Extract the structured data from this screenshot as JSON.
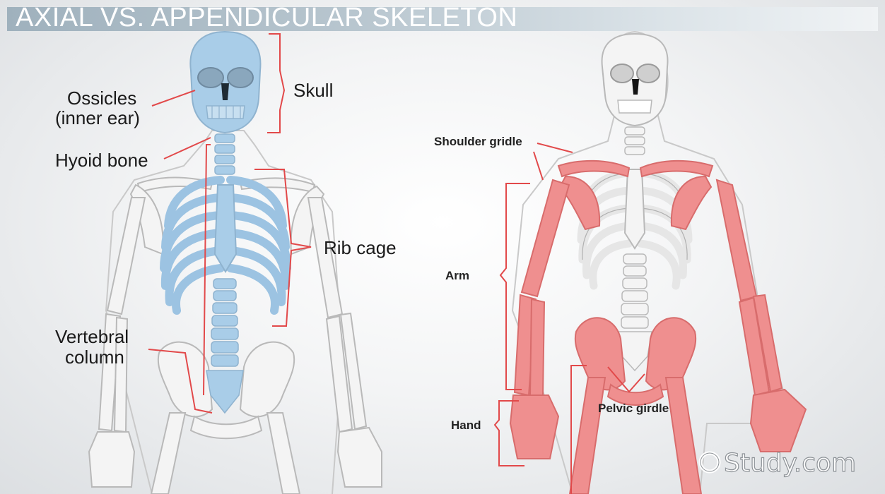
{
  "title": "AXIAL VS. APPENDICULAR SKELETON",
  "colors": {
    "axial": "#a9cde8",
    "appendicular": "#ef8f8f",
    "leader": "#e2494a",
    "bone": "#f4f4f4",
    "outline": "#b9b9b9"
  },
  "axial_labels": {
    "ossicles": [
      "Ossicles",
      "(inner ear)"
    ],
    "skull": "Skull",
    "hyoid": "Hyoid bone",
    "rib_cage": "Rib cage",
    "vertebral": [
      "Vertebral",
      "column"
    ]
  },
  "appendicular_labels": {
    "shoulder": "Shoulder gridle",
    "arm": "Arm",
    "hand": "Hand",
    "pelvic": "Pelvic girdle"
  },
  "watermark": "Study.com",
  "icons": {
    "watermark": "copyright-circle-icon"
  }
}
